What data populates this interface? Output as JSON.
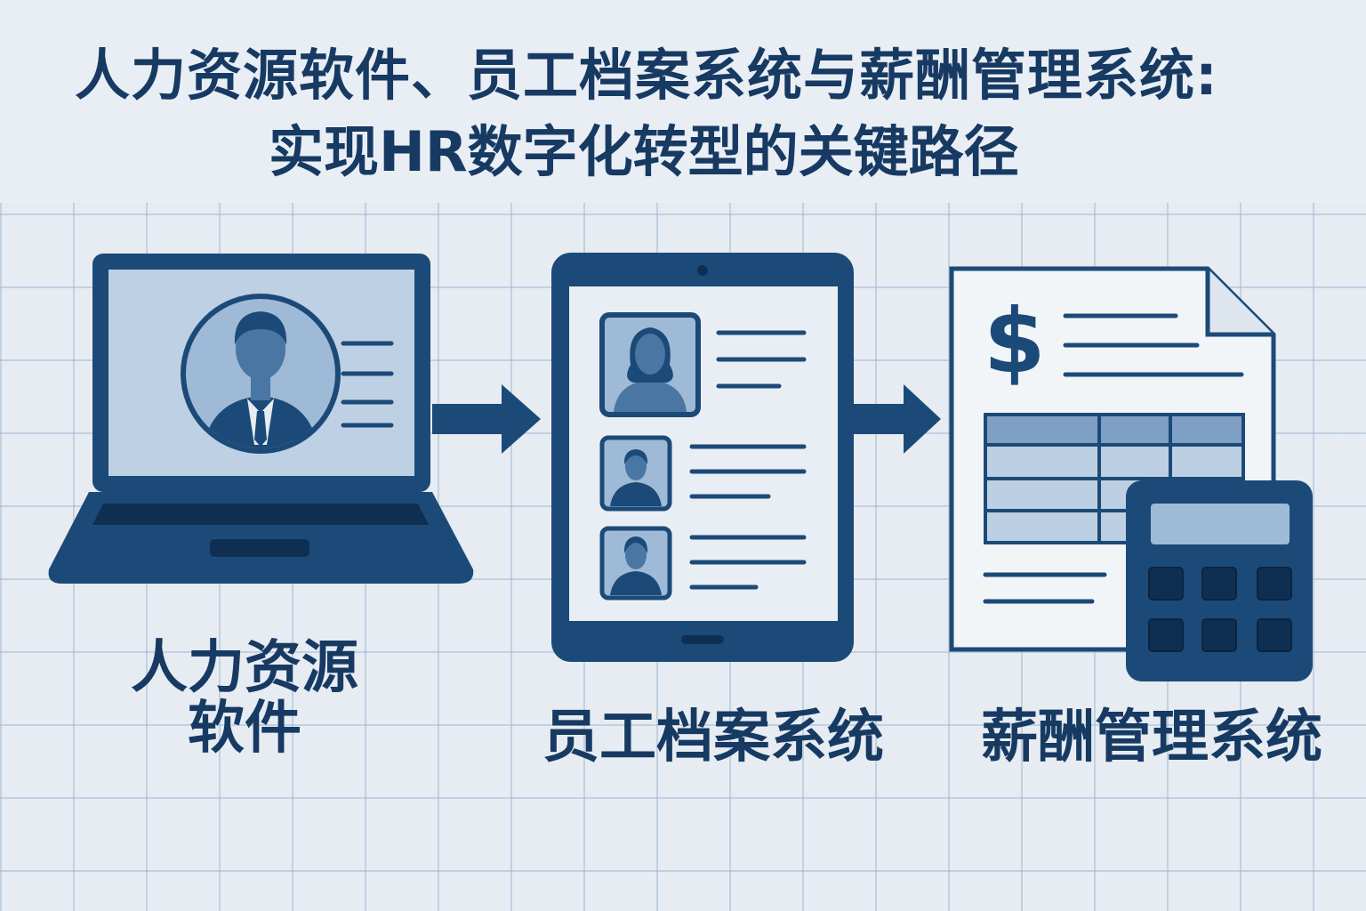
{
  "title": {
    "line1": "人力资源软件、员工档案系统与薪酬管理系统:",
    "line2": "实现HR数字化转型的关键路径"
  },
  "nodes": [
    {
      "id": "hr-software",
      "label_line1": "人力资源",
      "label_line2": "软件",
      "icon": "laptop-profile-icon"
    },
    {
      "id": "employee-records",
      "label": "员工档案系统",
      "icon": "tablet-records-icon"
    },
    {
      "id": "payroll",
      "label": "薪酬管理系统",
      "icon": "payroll-document-calculator-icon"
    }
  ],
  "edges": [
    {
      "from": "hr-software",
      "to": "employee-records"
    },
    {
      "from": "employee-records",
      "to": "payroll"
    }
  ],
  "document": {
    "currency_symbol": "$"
  },
  "colors": {
    "primary": "#1c4a78",
    "medium": "#4a76a3",
    "light": "#b9cce0",
    "paper": "#f2f5f8",
    "background": "#e6ecf2"
  }
}
